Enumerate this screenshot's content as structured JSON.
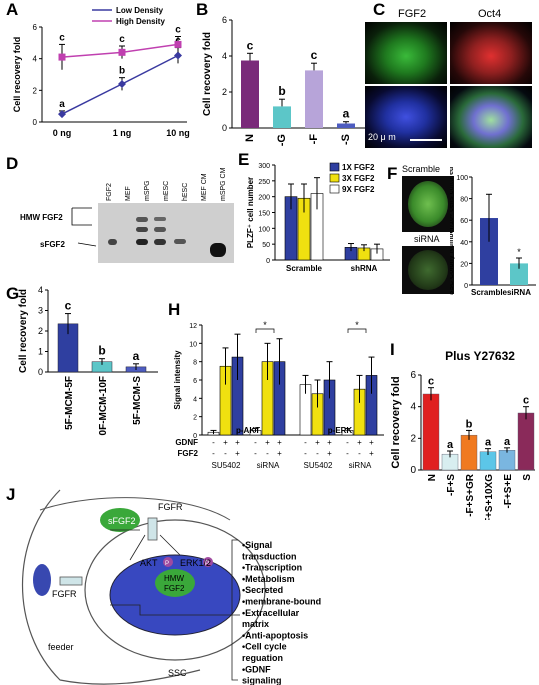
{
  "panels": {
    "A": {
      "label": "A",
      "ylabel": "Cell recovery fold",
      "ymax": 6,
      "yticks": [
        0,
        2,
        4,
        6
      ],
      "categories": [
        "0 ng",
        "1 ng",
        "10 ng"
      ],
      "legend": [
        "Low Density",
        "High Density"
      ],
      "series": [
        {
          "name": "Low Density",
          "color": "#3a3aa0",
          "values": [
            0.5,
            2.4,
            4.2
          ],
          "err": [
            0.2,
            0.4,
            0.5
          ],
          "letters": [
            "a",
            "b",
            "c"
          ]
        },
        {
          "name": "High Density",
          "color": "#c040b0",
          "values": [
            4.1,
            4.4,
            4.9
          ],
          "err": [
            0.8,
            0.4,
            0.5
          ],
          "letters": [
            "c",
            "c",
            "c"
          ]
        }
      ]
    },
    "B": {
      "label": "B",
      "ylabel": "Cell recovery fold",
      "ymax": 6,
      "yticks": [
        0,
        2,
        4,
        6
      ],
      "categories": [
        "N",
        "-G",
        "-F",
        "-S"
      ],
      "values": [
        3.75,
        1.2,
        3.2,
        0.25
      ],
      "err": [
        0.4,
        0.4,
        0.4,
        0.1
      ],
      "colors": [
        "#7a2a7a",
        "#5cc6c8",
        "#b7a4d9",
        "#4d5cc0"
      ],
      "letters": [
        "c",
        "b",
        "c",
        "a"
      ]
    },
    "C": {
      "label": "C",
      "titles": [
        "FGF2",
        "Oct4"
      ],
      "scale": "20 μ m"
    },
    "D": {
      "label": "D",
      "lanes": [
        "FGF2",
        "MEF",
        "mSPG",
        "mESC",
        "hESC",
        "MEF CM",
        "mSPG CM"
      ],
      "bands": [
        "HMW FGF2",
        "sFGF2"
      ]
    },
    "E": {
      "label": "E",
      "ylabel": "PLZF⁺ cell number",
      "ymax": 300,
      "yticks": [
        0,
        50,
        100,
        150,
        200,
        250,
        300
      ],
      "groups": [
        "Scramble",
        "shRNA"
      ],
      "legend": [
        "1X FGF2",
        "3X FGF2",
        "9X FGF2"
      ],
      "colors": [
        "#2f3fa0",
        "#f0e010",
        "#ffffff"
      ],
      "values": [
        [
          200,
          195,
          210
        ],
        [
          40,
          38,
          35
        ]
      ],
      "err": [
        [
          40,
          45,
          50
        ],
        [
          12,
          10,
          15
        ]
      ]
    },
    "F": {
      "label": "F",
      "images": [
        "Scramble",
        "siRNA"
      ],
      "ylabel": "SSC Colony Number/10⁵ cells cultured",
      "ymax": 100,
      "yticks": [
        0,
        20,
        40,
        60,
        80,
        100
      ],
      "categories": [
        "Scramble",
        "siRNA"
      ],
      "values": [
        62,
        20
      ],
      "err": [
        22,
        5
      ],
      "colors": [
        "#2f3fa0",
        "#5cc6c8"
      ],
      "star": "*"
    },
    "G": {
      "label": "G",
      "ylabel": "Cell recovery fold",
      "ymax": 4,
      "yticks": [
        0,
        1,
        2,
        3,
        4
      ],
      "categories": [
        "5F-MCM-5F",
        "0F-MCM-10F",
        "5F-MCM-S"
      ],
      "values": [
        2.35,
        0.5,
        0.25
      ],
      "err": [
        0.5,
        0.15,
        0.15
      ],
      "colors": [
        "#2f3fa0",
        "#5cc6c8",
        "#4d5cc0"
      ],
      "letters": [
        "c",
        "b",
        "a"
      ]
    },
    "H": {
      "label": "H",
      "ylabel": "Signal intensity",
      "ymax": 12,
      "yticks": [
        0,
        2,
        4,
        6,
        8,
        10,
        12
      ],
      "groups": [
        {
          "name": "p-AKT",
          "sub": [
            "SU5402",
            "siRNA"
          ],
          "values": [
            [
              0.3,
              7.5,
              8.5
            ],
            [
              0.5,
              8,
              8
            ]
          ],
          "err": [
            [
              0.2,
              2,
              2.5
            ],
            [
              0.2,
              2,
              2.5
            ]
          ]
        },
        {
          "name": "p-ERK",
          "sub": [
            "SU5402",
            "siRNA"
          ],
          "values": [
            [
              5.5,
              4.5,
              6
            ],
            [
              0.5,
              5,
              6.5
            ]
          ],
          "err": [
            [
              1,
              1.5,
              2
            ],
            [
              0.2,
              1.5,
              2
            ]
          ]
        }
      ],
      "colors": [
        "#ffffff",
        "#f0e010",
        "#2f3fa0"
      ],
      "gdnf_label": "GDNF",
      "fgf2_label": "FGF2",
      "gdnf": [
        "-",
        "+",
        "+"
      ],
      "fgf2": [
        "-",
        "-",
        "+"
      ],
      "star": "*"
    },
    "I": {
      "label": "I",
      "title": "Plus Y27632",
      "ylabel": "Cell recovery fold",
      "ymax": 6,
      "yticks": [
        0,
        2,
        4,
        6
      ],
      "categories": [
        "N",
        "-F+S",
        "-F+S+GR",
        "-F+S+10XG",
        "-F+S+E",
        "S"
      ],
      "values": [
        4.8,
        1.0,
        2.2,
        1.15,
        1.25,
        3.6
      ],
      "err": [
        0.4,
        0.2,
        0.3,
        0.2,
        0.15,
        0.4
      ],
      "colors": [
        "#e02020",
        "#d8eef0",
        "#f07a20",
        "#5cc6e8",
        "#7ab6e0",
        "#8a2a5a"
      ],
      "letters": [
        "c",
        "a",
        "b",
        "a",
        "a",
        "c"
      ]
    },
    "J": {
      "label": "J",
      "sfgf2": "sFGF2",
      "fgfr_top": "FGFR",
      "fgfr_left": "FGFR",
      "akt": "AKT",
      "erk": "ERK1/2",
      "p": "P",
      "hmw1": "HMW",
      "hmw2": "FGF2",
      "ssc": "SSC",
      "feeder": "feeder",
      "list": [
        "•Signal transduction",
        "•Transcription",
        "•Metabolism",
        "•Secreted",
        "•membrane-bound",
        "•Extracellular matrix",
        "•Anti-apoptosis",
        "•Cell cycle reguation",
        "•GDNF signaling"
      ]
    }
  }
}
